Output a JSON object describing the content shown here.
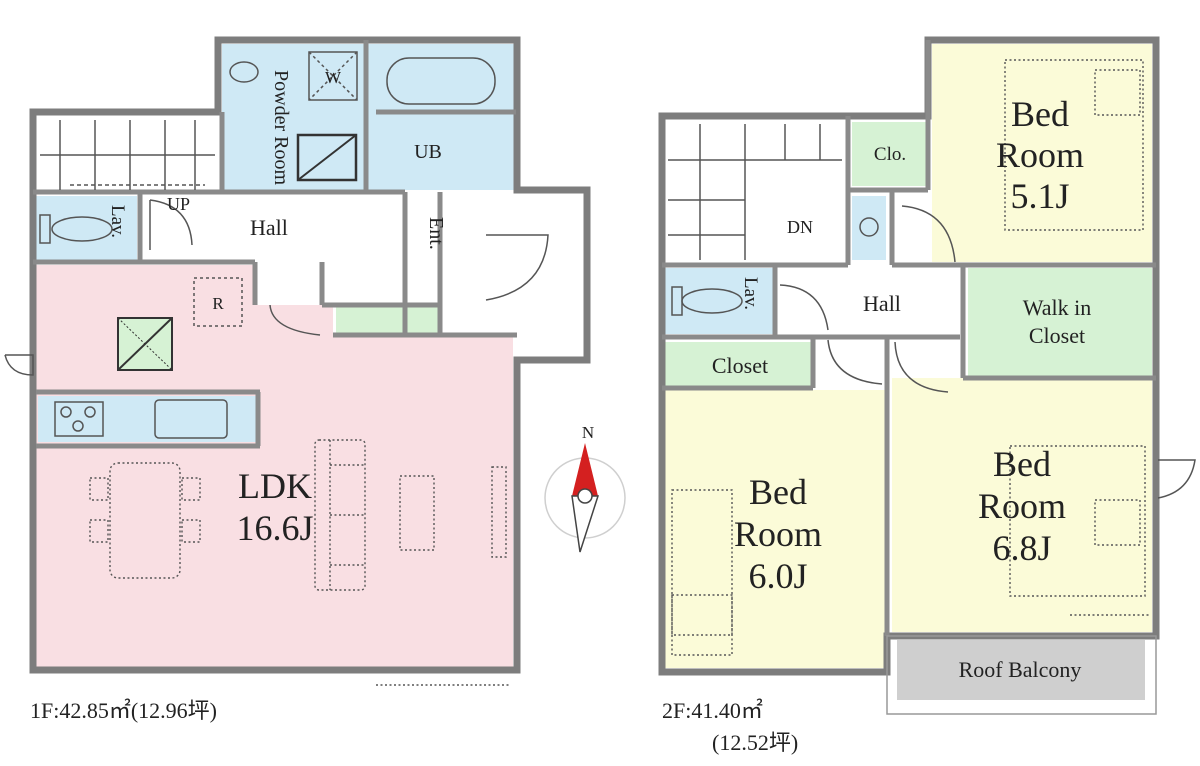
{
  "floor1": {
    "area_label": "1F:42.85㎡(12.96坪)",
    "rooms": {
      "powder_room": "Powder Room",
      "w": "W",
      "ub": "UB",
      "lav": "Lav.",
      "up": "UP",
      "hall": "Hall",
      "ent": "Ent.",
      "r": "R",
      "ldk_name": "LDK",
      "ldk_size": "16.6J"
    }
  },
  "floor2": {
    "area_label_line1": "2F:41.40㎡",
    "area_label_line2": "(12.52坪)",
    "rooms": {
      "clo": "Clo.",
      "bed1_line1": "Bed",
      "bed1_line2": "Room",
      "bed1_size": "5.1J",
      "dn": "DN",
      "lav": "Lav.",
      "hall": "Hall",
      "walkin_line1": "Walk in",
      "walkin_line2": "Closet",
      "closet": "Closet",
      "bed2_line1": "Bed",
      "bed2_line2": "Room",
      "bed2_size": "6.0J",
      "bed3_line1": "Bed",
      "bed3_line2": "Room",
      "bed3_size": "6.8J",
      "roof_balcony": "Roof Balcony"
    }
  },
  "compass": {
    "north": "N"
  },
  "colors": {
    "ldk": "#f9dfe3",
    "water": "#cfe9f5",
    "closet": "#d6f2d4",
    "bedroom": "#fbfbd8",
    "balcony": "#cfcfcf",
    "wall": "#7d7d7d",
    "compass_red": "#d42020"
  }
}
